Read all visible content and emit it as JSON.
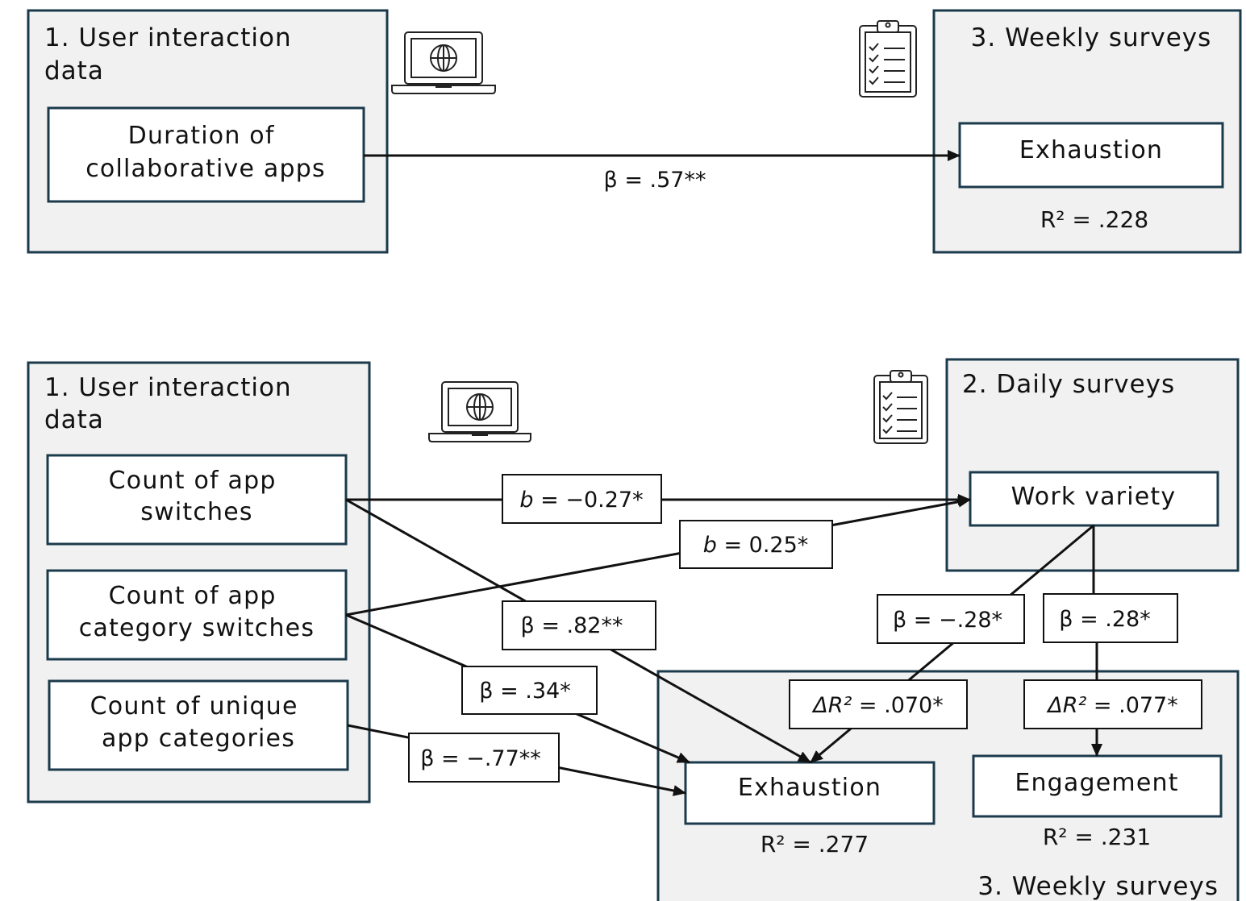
{
  "top_panel": {
    "group_uid_title": [
      "1. User interaction",
      "data"
    ],
    "group_weekly_title": "3. Weekly surveys",
    "node_duration": [
      "Duration of",
      "collaborative apps"
    ],
    "node_exhaustion": "Exhaustion",
    "r2_exhaustion": "R² = .228",
    "edge_beta": "β = .57**",
    "icons": [
      "laptop-icon",
      "clipboard-icon"
    ]
  },
  "bottom_panel": {
    "group_uid_title": [
      "1. User interaction",
      "data"
    ],
    "group_daily_title": "2. Daily surveys",
    "group_weekly_title": "3. Weekly surveys",
    "node_app_switches": [
      "Count of app",
      "switches"
    ],
    "node_category_switches": [
      "Count of app",
      "category switches"
    ],
    "node_unique_categories": [
      "Count of unique",
      "app categories"
    ],
    "node_work_variety": "Work variety",
    "node_exhaustion": "Exhaustion",
    "node_engagement": "Engagement",
    "r2_exhaustion": "R² = .277",
    "r2_engagement": "R² = .231",
    "edges": {
      "switches_to_variety": {
        "var": "b",
        "rest": " = −0.27*"
      },
      "category_to_variety": {
        "var": "b",
        "rest": " = 0.25*"
      },
      "switches_to_exhaustion": "β = .82**",
      "category_to_exhaustion": "β = .34*",
      "unique_to_exhaustion": "β = −.77**",
      "variety_to_exhaustion": "β = −.28*",
      "variety_to_engagement": "β = .28*",
      "delta_exhaustion": {
        "var": "ΔR²",
        "rest": " = .070*"
      },
      "delta_engagement": {
        "var": "ΔR²",
        "rest": " = .077*"
      }
    },
    "icons": [
      "laptop-icon",
      "clipboard-icon"
    ]
  },
  "colors": {
    "group_fill": "#f1f1f1",
    "border": "#1b3a4b",
    "text": "#111111"
  }
}
